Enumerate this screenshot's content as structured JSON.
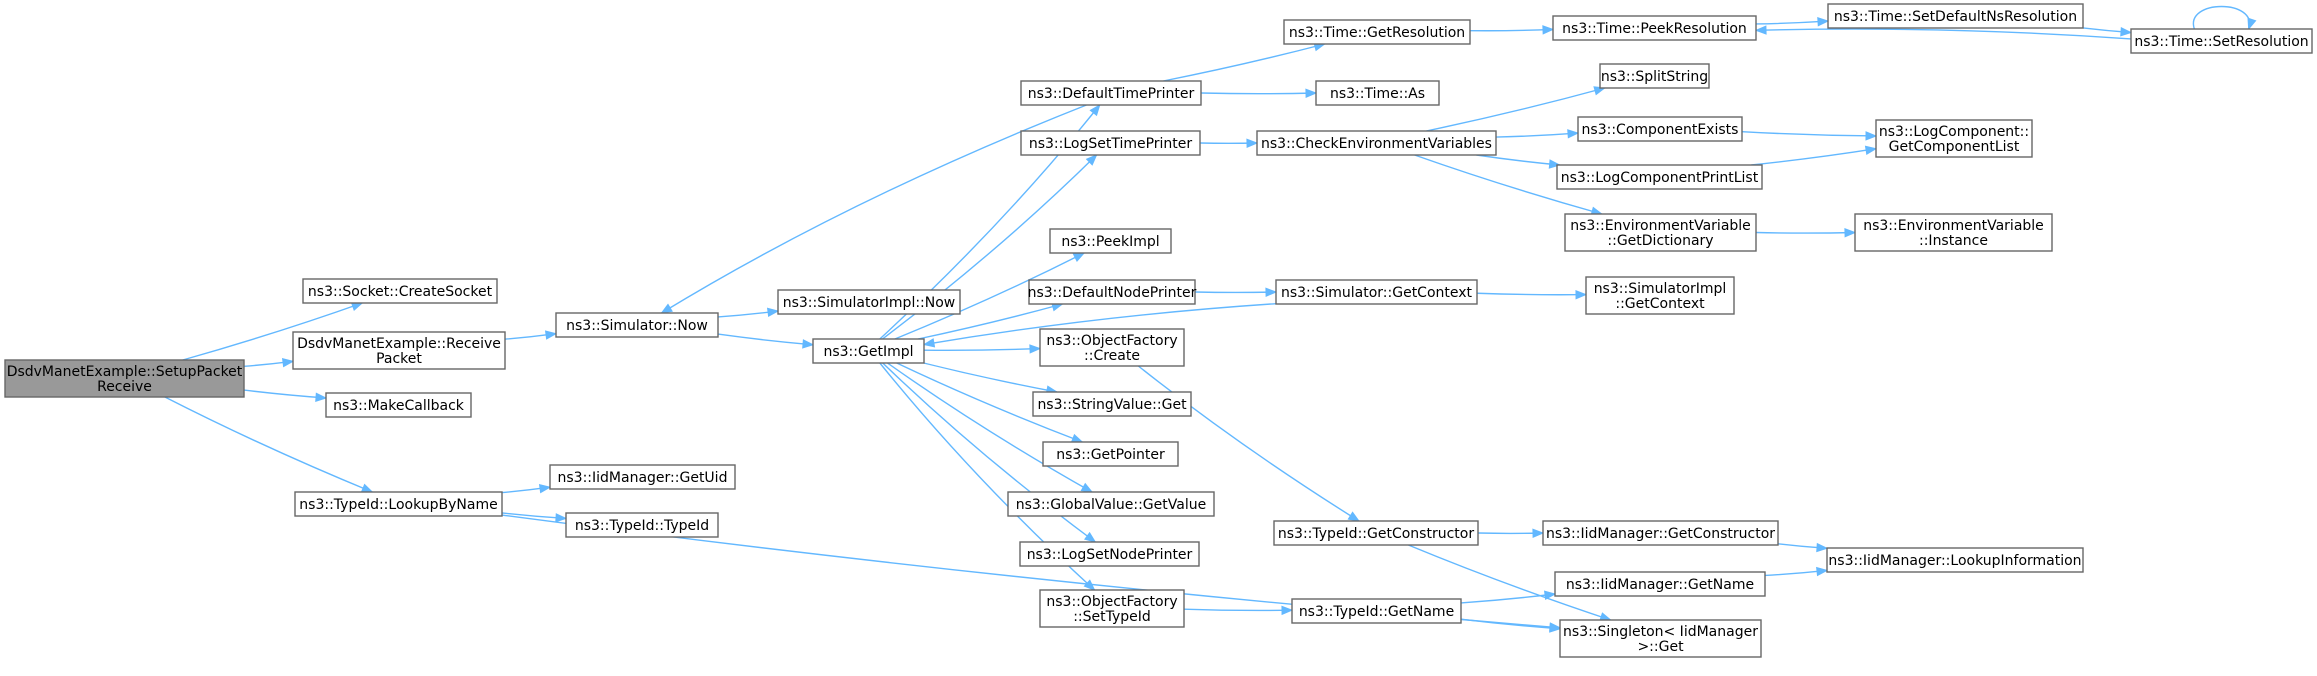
{
  "graph": {
    "title": "",
    "colors": {
      "edge": "#63b8ff",
      "node_border": "#666666",
      "root_fill": "#999999",
      "node_fill": "#ffffff"
    },
    "nodes": [
      {
        "id": "root",
        "lines": [
          "DsdvManetExample::SetupPacket",
          "Receive"
        ],
        "root": true
      },
      {
        "id": "createsocket",
        "lines": [
          "ns3::Socket::CreateSocket"
        ]
      },
      {
        "id": "receivepacket",
        "lines": [
          "DsdvManetExample::Receive",
          "Packet"
        ]
      },
      {
        "id": "makecallback",
        "lines": [
          "ns3::MakeCallback"
        ]
      },
      {
        "id": "lookupbyname",
        "lines": [
          "ns3::TypeId::LookupByName"
        ]
      },
      {
        "id": "simnow",
        "lines": [
          "ns3::Simulator::Now"
        ]
      },
      {
        "id": "getuid",
        "lines": [
          "ns3::IidManager::GetUid"
        ]
      },
      {
        "id": "typeidtypeid",
        "lines": [
          "ns3::TypeId::TypeId"
        ]
      },
      {
        "id": "simimplnow",
        "lines": [
          "ns3::SimulatorImpl::Now"
        ]
      },
      {
        "id": "getimpl",
        "lines": [
          "ns3::GetImpl"
        ]
      },
      {
        "id": "defaulttimeprinter",
        "lines": [
          "ns3::DefaultTimePrinter"
        ]
      },
      {
        "id": "logsettimeprinter",
        "lines": [
          "ns3::LogSetTimePrinter"
        ]
      },
      {
        "id": "peekimpl",
        "lines": [
          "ns3::PeekImpl"
        ]
      },
      {
        "id": "defaultnodeprinter",
        "lines": [
          "ns3::DefaultNodePrinter"
        ]
      },
      {
        "id": "objfactorycreate",
        "lines": [
          "ns3::ObjectFactory",
          "::Create"
        ]
      },
      {
        "id": "stringvalueget",
        "lines": [
          "ns3::StringValue::Get"
        ]
      },
      {
        "id": "getpointer",
        "lines": [
          "ns3::GetPointer"
        ]
      },
      {
        "id": "globalvaluegetvalue",
        "lines": [
          "ns3::GlobalValue::GetValue"
        ]
      },
      {
        "id": "logsetnodeprinter",
        "lines": [
          "ns3::LogSetNodePrinter"
        ]
      },
      {
        "id": "objfactorysettypeid",
        "lines": [
          "ns3::ObjectFactory",
          "::SetTypeId"
        ]
      },
      {
        "id": "timegetresolution",
        "lines": [
          "ns3::Time::GetResolution"
        ]
      },
      {
        "id": "timeas",
        "lines": [
          "ns3::Time::As"
        ]
      },
      {
        "id": "checkenv",
        "lines": [
          "ns3::CheckEnvironmentVariables"
        ]
      },
      {
        "id": "simgetcontext",
        "lines": [
          "ns3::Simulator::GetContext"
        ]
      },
      {
        "id": "typeidgetconstructor",
        "lines": [
          "ns3::TypeId::GetConstructor"
        ]
      },
      {
        "id": "typeidgetname",
        "lines": [
          "ns3::TypeId::GetName"
        ]
      },
      {
        "id": "timepeekresolution",
        "lines": [
          "ns3::Time::PeekResolution"
        ]
      },
      {
        "id": "splitstring",
        "lines": [
          "ns3::SplitString"
        ]
      },
      {
        "id": "componentexists",
        "lines": [
          "ns3::ComponentExists"
        ]
      },
      {
        "id": "logcomponentprintlist",
        "lines": [
          "ns3::LogComponentPrintList"
        ]
      },
      {
        "id": "envvargetdictionary",
        "lines": [
          "ns3::EnvironmentVariable",
          "::GetDictionary"
        ]
      },
      {
        "id": "simimplgetcontext",
        "lines": [
          "ns3::SimulatorImpl",
          "::GetContext"
        ]
      },
      {
        "id": "iidgetconstructor",
        "lines": [
          "ns3::IidManager::GetConstructor"
        ]
      },
      {
        "id": "iidgetname",
        "lines": [
          "ns3::IidManager::GetName"
        ]
      },
      {
        "id": "singletonget",
        "lines": [
          "ns3::Singleton< IidManager",
          ">::Get"
        ]
      },
      {
        "id": "setdefaultnsres",
        "lines": [
          "ns3::Time::SetDefaultNsResolution"
        ]
      },
      {
        "id": "timesetresolution",
        "lines": [
          "ns3::Time::SetResolution"
        ]
      },
      {
        "id": "logcompgetlist",
        "lines": [
          "ns3::LogComponent::",
          "GetComponentList"
        ]
      },
      {
        "id": "envvarinstance",
        "lines": [
          "ns3::EnvironmentVariable",
          "::Instance"
        ]
      },
      {
        "id": "iidlookupinfo",
        "lines": [
          "ns3::IidManager::LookupInformation"
        ]
      }
    ],
    "edges": [
      [
        "root",
        "createsocket"
      ],
      [
        "root",
        "receivepacket"
      ],
      [
        "root",
        "makecallback"
      ],
      [
        "root",
        "lookupbyname"
      ],
      [
        "receivepacket",
        "simnow"
      ],
      [
        "lookupbyname",
        "getuid"
      ],
      [
        "lookupbyname",
        "typeidtypeid"
      ],
      [
        "lookupbyname",
        "singletonget"
      ],
      [
        "simnow",
        "simimplnow"
      ],
      [
        "simnow",
        "getimpl"
      ],
      [
        "getimpl",
        "defaulttimeprinter"
      ],
      [
        "getimpl",
        "logsettimeprinter"
      ],
      [
        "getimpl",
        "peekimpl"
      ],
      [
        "getimpl",
        "defaultnodeprinter"
      ],
      [
        "getimpl",
        "objfactorycreate"
      ],
      [
        "getimpl",
        "stringvalueget"
      ],
      [
        "getimpl",
        "getpointer"
      ],
      [
        "getimpl",
        "globalvaluegetvalue"
      ],
      [
        "getimpl",
        "logsetnodeprinter"
      ],
      [
        "getimpl",
        "objfactorysettypeid"
      ],
      [
        "defaulttimeprinter",
        "simnow"
      ],
      [
        "defaulttimeprinter",
        "timegetresolution"
      ],
      [
        "defaulttimeprinter",
        "timeas"
      ],
      [
        "logsettimeprinter",
        "checkenv"
      ],
      [
        "defaultnodeprinter",
        "simgetcontext"
      ],
      [
        "simgetcontext",
        "getimpl"
      ],
      [
        "simgetcontext",
        "simimplgetcontext"
      ],
      [
        "objfactorycreate",
        "typeidgetconstructor"
      ],
      [
        "objfactorysettypeid",
        "typeidgetname"
      ],
      [
        "timegetresolution",
        "timepeekresolution"
      ],
      [
        "timepeekresolution",
        "setdefaultnsres"
      ],
      [
        "setdefaultnsres",
        "timesetresolution"
      ],
      [
        "timesetresolution",
        "timepeekresolution"
      ],
      [
        "timesetresolution",
        "timesetresolution"
      ],
      [
        "checkenv",
        "splitstring"
      ],
      [
        "checkenv",
        "componentexists"
      ],
      [
        "checkenv",
        "logcomponentprintlist"
      ],
      [
        "checkenv",
        "envvargetdictionary"
      ],
      [
        "componentexists",
        "logcompgetlist"
      ],
      [
        "logcomponentprintlist",
        "logcompgetlist"
      ],
      [
        "envvargetdictionary",
        "envvarinstance"
      ],
      [
        "typeidgetconstructor",
        "iidgetconstructor"
      ],
      [
        "typeidgetconstructor",
        "singletonget"
      ],
      [
        "typeidgetname",
        "iidgetname"
      ],
      [
        "typeidgetname",
        "singletonget"
      ],
      [
        "iidgetconstructor",
        "iidlookupinfo"
      ],
      [
        "iidgetname",
        "iidlookupinfo"
      ]
    ]
  }
}
